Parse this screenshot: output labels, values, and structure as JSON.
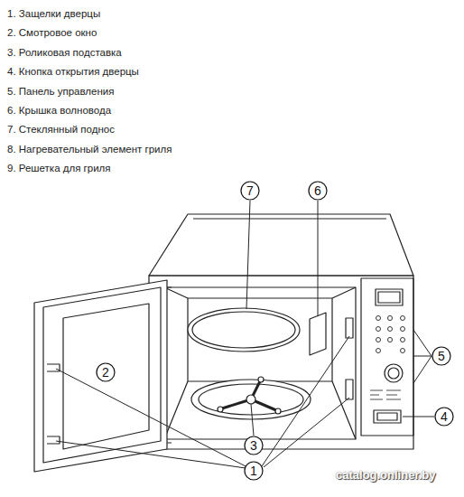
{
  "diagram": {
    "nodes": [
      {
        "text": [
          "7"
        ]
      },
      {
        "text": [
          "6"
        ]
      },
      {
        "text": [
          "5"
        ]
      },
      {
        "text": [
          "2"
        ]
      },
      {
        "text": [
          "4"
        ]
      },
      {
        "text": [
          "3"
        ]
      },
      {
        "text": [
          "1"
        ]
      }
    ],
    "labels": [
      "1. Защелки дверцы",
      "2. Смотровое окно",
      "3. Роликовая подставка",
      "4. Кнопка открытия дверцы",
      "5. Панель управления",
      "6. Крышка волновода",
      "7. Стеклянный поднос",
      "8. Нагревательный элемент гриля",
      "9. Решетка для гриля",
      "catalog.onliner.by"
    ]
  }
}
